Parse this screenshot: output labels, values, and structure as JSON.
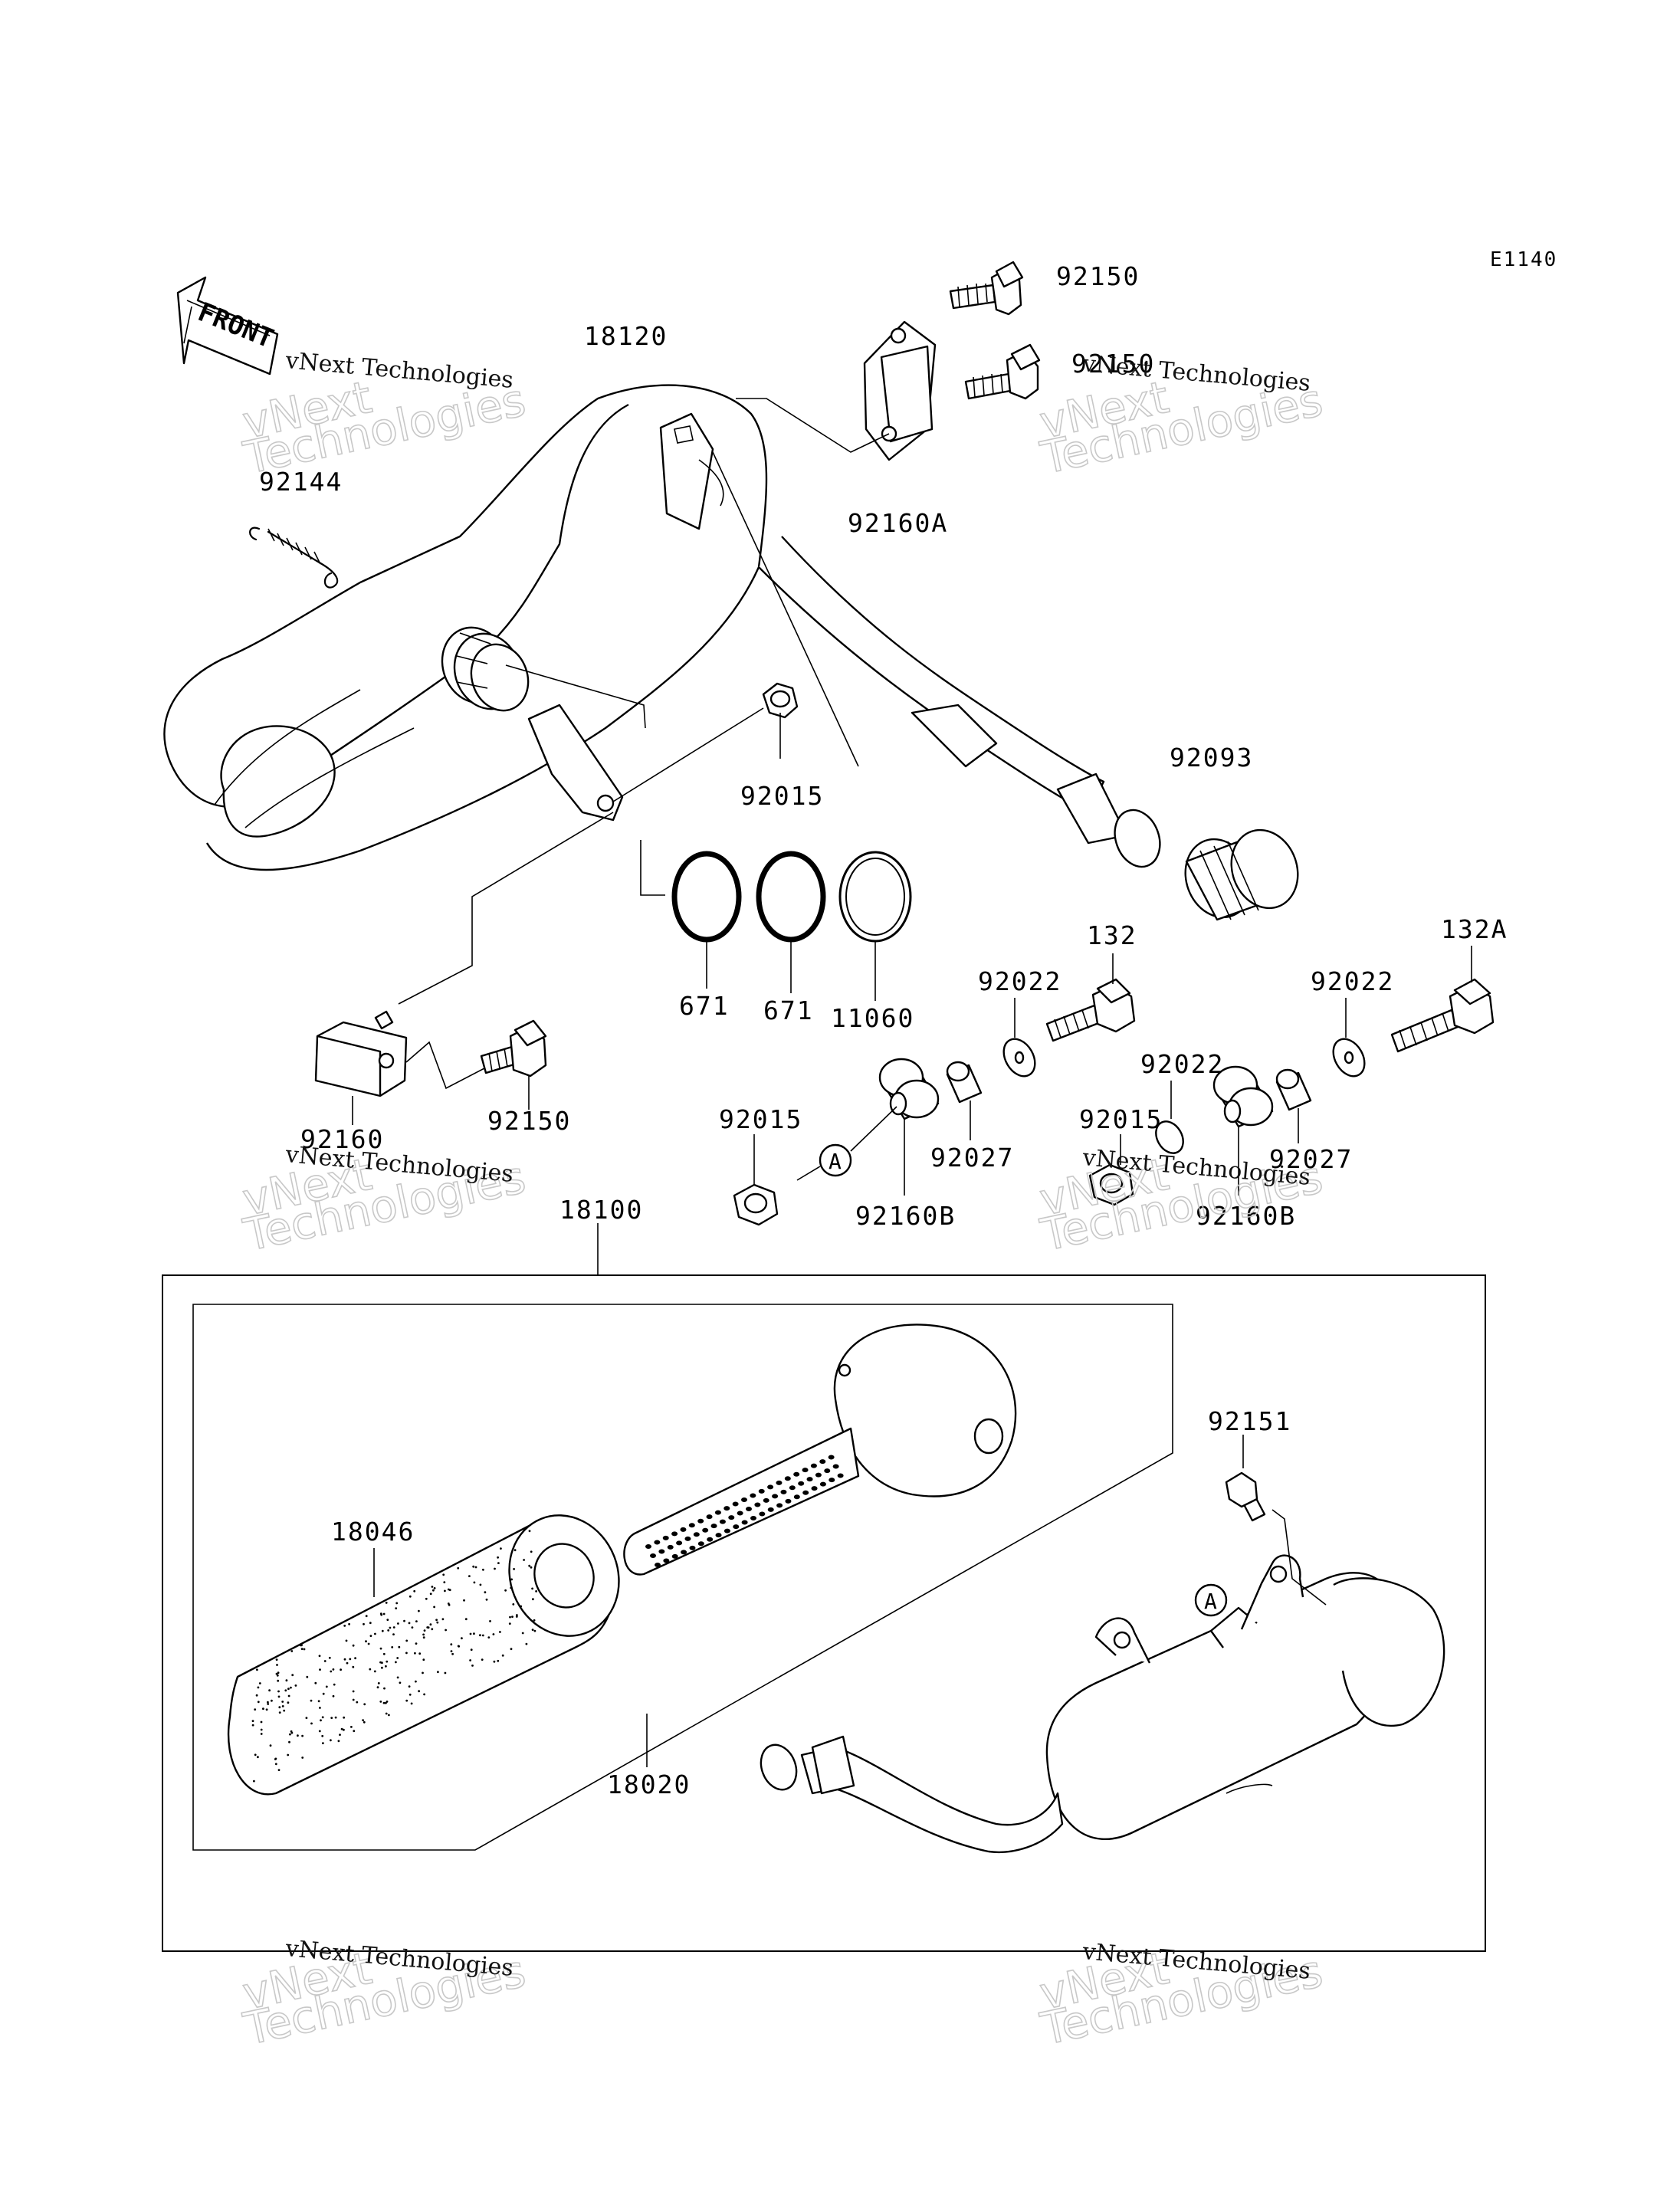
{
  "diagram": {
    "code": "E1140",
    "front_label": "FRONT",
    "watermark": {
      "small": "vNext Technologies",
      "big": "vNext\nTechnologies"
    },
    "callouts": [
      {
        "id": "18120",
        "text": "18120"
      },
      {
        "id": "92150-top",
        "text": "92150"
      },
      {
        "id": "92150-mid",
        "text": "92150"
      },
      {
        "id": "92160A",
        "text": "92160A"
      },
      {
        "id": "92144",
        "text": "92144"
      },
      {
        "id": "92015-upper",
        "text": "92015"
      },
      {
        "id": "92093",
        "text": "92093"
      },
      {
        "id": "671-a",
        "text": "671"
      },
      {
        "id": "671-b",
        "text": "671"
      },
      {
        "id": "11060",
        "text": "11060"
      },
      {
        "id": "132",
        "text": "132"
      },
      {
        "id": "132A",
        "text": "132A"
      },
      {
        "id": "92022-a",
        "text": "92022"
      },
      {
        "id": "92022-b",
        "text": "92022"
      },
      {
        "id": "92022-c",
        "text": "92022"
      },
      {
        "id": "92160",
        "text": "92160"
      },
      {
        "id": "92150-low",
        "text": "92150"
      },
      {
        "id": "92015-left",
        "text": "92015"
      },
      {
        "id": "92015-right",
        "text": "92015"
      },
      {
        "id": "92027-a",
        "text": "92027"
      },
      {
        "id": "92027-b",
        "text": "92027"
      },
      {
        "id": "92160B-a",
        "text": "92160B"
      },
      {
        "id": "92160B-b",
        "text": "92160B"
      },
      {
        "id": "18100",
        "text": "18100"
      },
      {
        "id": "92151",
        "text": "92151"
      },
      {
        "id": "18046",
        "text": "18046"
      },
      {
        "id": "18020",
        "text": "18020"
      }
    ],
    "ref_marks": [
      {
        "id": "ref-a-left",
        "text": "A"
      },
      {
        "id": "ref-a-right",
        "text": "A"
      }
    ]
  }
}
